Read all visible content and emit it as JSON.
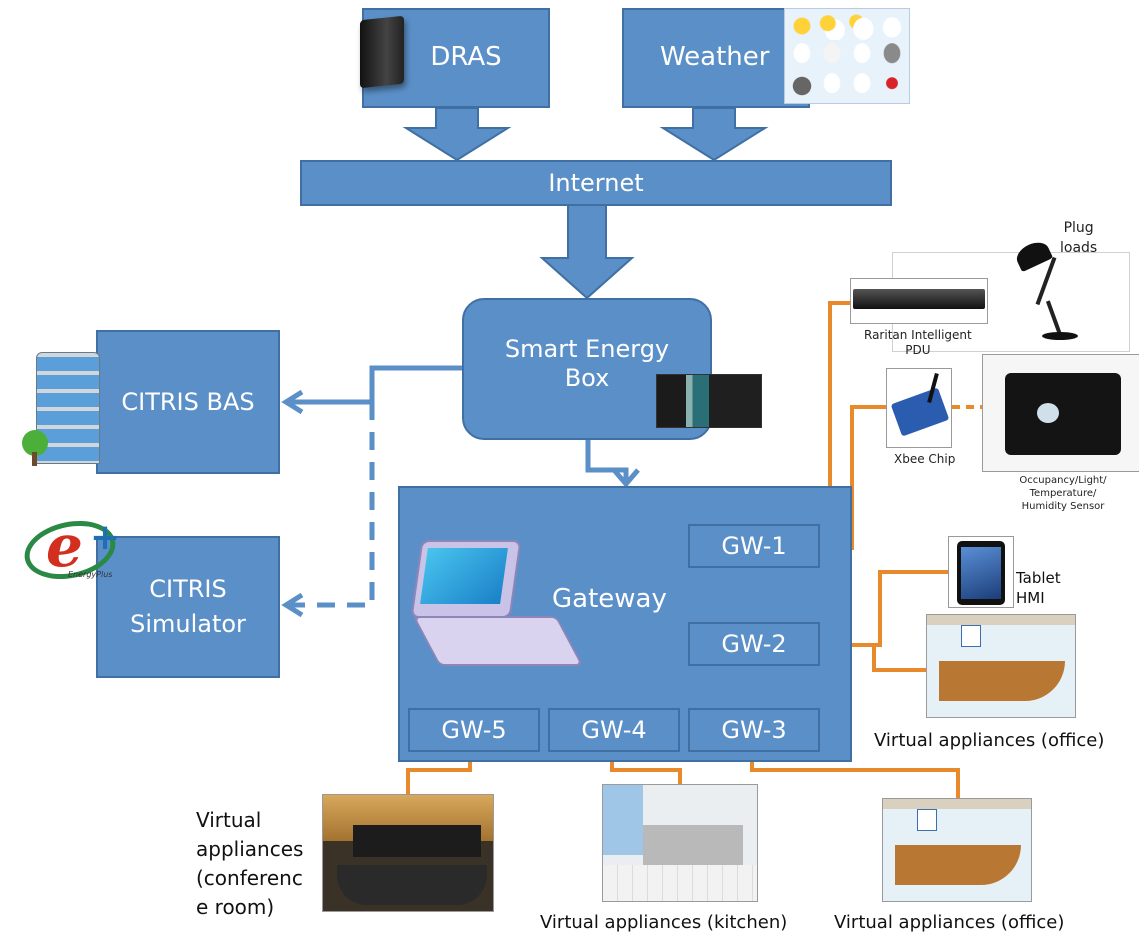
{
  "boxes": {
    "dras": "DRAS",
    "weather": "Weather",
    "internet": "Internet",
    "seb_line1": "Smart Energy",
    "seb_line2": "Box",
    "citris_bas": "CITRIS BAS",
    "sim_line1": "CITRIS",
    "sim_line2": "Simulator",
    "gateway": "Gateway"
  },
  "gateways": {
    "gw1": "GW-1",
    "gw2": "GW-2",
    "gw3": "GW-3",
    "gw4": "GW-4",
    "gw5": "GW-5"
  },
  "devices": {
    "plug_line1": "Plug",
    "plug_line2": "loads",
    "pdu_line1": "Raritan Intelligent",
    "pdu_line2": "PDU",
    "xbee": "Xbee Chip",
    "sensor_line1": "Occupancy/Light/",
    "sensor_line2": "Temperature/",
    "sensor_line3": "Humidity Sensor",
    "tablet_line1": "Tablet",
    "tablet_line2": "HMI"
  },
  "captions": {
    "office_right": "Virtual appliances (office)",
    "office_bottom": "Virtual appliances (office)",
    "kitchen": "Virtual appliances (kitchen)",
    "conf_line1": "Virtual",
    "conf_line2": "appliances",
    "conf_line3": "(conferenc",
    "conf_line4": "e room)"
  },
  "logos": {
    "energyplus": "EnergyPlus"
  },
  "colors": {
    "box_fill": "#5b8fc7",
    "box_border": "#3f6fa3",
    "connector_orange": "#e8892b",
    "arrow_blue": "#5b8fc7"
  }
}
